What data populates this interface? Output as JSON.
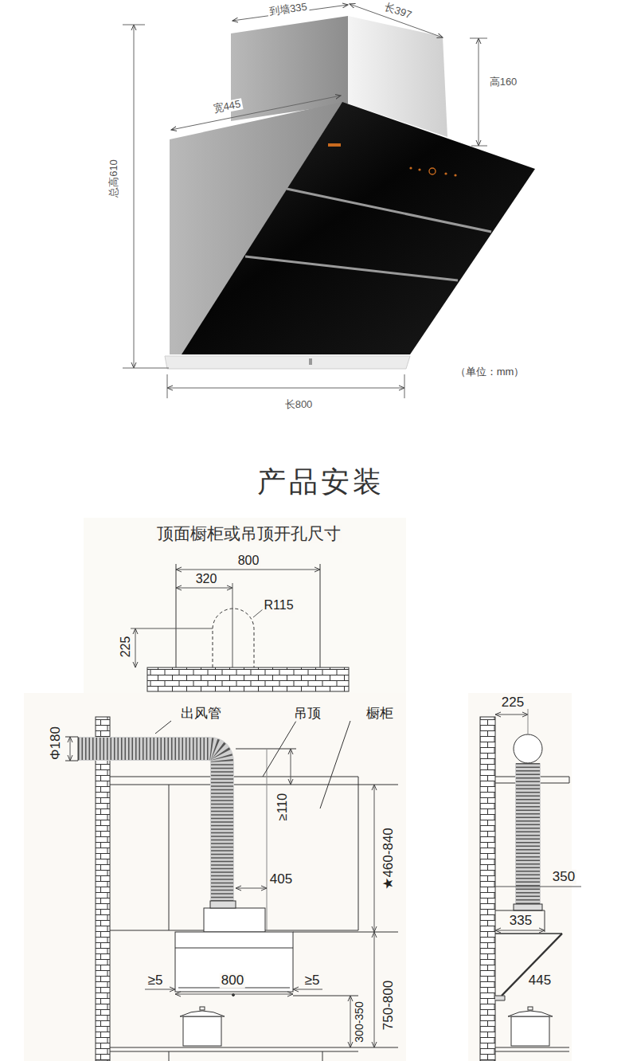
{
  "diagram": {
    "title": "产品安装",
    "labels": [
      "到墙335",
      "长397",
      "宽445",
      "高160",
      "总高610",
      "（单位：mm）",
      "长800",
      "顶面橱柜或吊顶开孔尺寸",
      "800",
      "320",
      "R115",
      "225",
      "Φ180",
      "出风管",
      "吊顶",
      "橱柜",
      "≥110",
      "405",
      "★460-840",
      "≥5",
      "800",
      "≥5",
      "750-800",
      "300-350",
      "225",
      "350",
      "335",
      "445"
    ]
  }
}
